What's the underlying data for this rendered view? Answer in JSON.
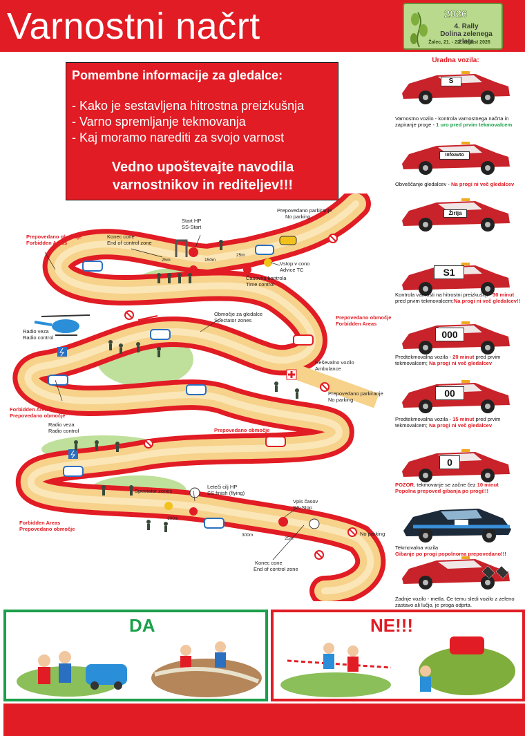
{
  "header": {
    "title": "Varnostni načrt",
    "logo": {
      "year": "2026",
      "name_line1": "4. Rally",
      "name_line2": "Dolina zelenega zlata",
      "date": "Žalec, 21. - 22. avgust 2026"
    }
  },
  "info_box": {
    "heading": "Pomembne informacije za gledalce:",
    "items": [
      "- Kako je sestavljena hitrostna preizkušnja",
      "- Varno spremljanje tekmovanja",
      "- Kaj moramo narediti za svojo varnost"
    ],
    "warning_line1": "Vedno upoštevajte navodila",
    "warning_line2": "varnostnikov in rediteljev!!!"
  },
  "official_cars": {
    "heading": "Uradna vozila:",
    "cars": [
      {
        "plate": "S",
        "caption_a": "Varnostno vozilo - kontrola varnostnega načrta in zapiranje proge - ",
        "caption_b": "1 uro pred prvim tekmovalcem",
        "caption_c": ""
      },
      {
        "plate": "Infoavto",
        "caption_a": "Obveščanje gledalcev - ",
        "caption_b": "Na progi ni več gledalcev",
        "caption_c": ""
      },
      {
        "plate": "Žirija",
        "caption_a": "",
        "caption_b": "",
        "caption_c": ""
      },
      {
        "plate": "S1",
        "caption_a": "Kontrola varnosti na hitrostni preizkušnji - ",
        "caption_b": "30 minut",
        "caption_c": " pred prvim tekmovalcem;",
        "caption_d": "Na progi ni več gledalcev!!"
      },
      {
        "plate": "000",
        "caption_a": "Predtekmovalna vozila - ",
        "caption_b": "20 minut",
        "caption_c": " pred prvim tekmovalcem; ",
        "caption_d": "Na progi ni več gledalcev"
      },
      {
        "plate": "00",
        "caption_a": "Predtekmovalna vozila - ",
        "caption_b": "15 minut",
        "caption_c": " pred prvim tekmovalcem; ",
        "caption_d": "Na progi ni več gledalcev"
      },
      {
        "plate": "0",
        "caption_a": "POZOR",
        "caption_b": ", tekmovanje se začne čez ",
        "caption_c": "10 minut",
        "caption_d": "Popolna prepoved gibanja po progi!!!"
      },
      {
        "plate": "",
        "caption_a": "Tekmovalna vozila",
        "caption_b": "Gibanje po progi popolnoma prepovedano!!!",
        "caption_c": ""
      },
      {
        "plate": "",
        "caption_a": "Zadnje vozilo - metla. Če temu sledi vozilo z zeleno zastavo ali lučjo, je proga odprta.",
        "caption_b": "",
        "caption_c": ""
      }
    ]
  },
  "map_labels": {
    "forbidden1_si": "Prepovedano območje",
    "forbidden1_en": "Forbidden Areas",
    "end_zone1_si": "Konec cone",
    "end_zone1_en": "End of control zone",
    "start_si": "Start HP",
    "start_en": "SS-Start",
    "no_parking1_si": "Prepovedano parkiranje",
    "no_parking1_en": "No parking",
    "d25m_a": "25m",
    "d150m": "150m",
    "d25m_b": "25m",
    "tc_si": "Vstop v cono",
    "tc_en": "Advice TC",
    "time_si": "Časovna kontrola",
    "time_en": "Time control",
    "radio1_si": "Radio veza",
    "radio1_en": "Radio control",
    "spectator1_si": "Območje za gledalce",
    "spectator1_en": "Spectator zones",
    "forbidden2_si": "Prepovedano območje",
    "forbidden2_en": "Forbidden Areas",
    "ambulance_si": "Reševalno vozilo",
    "ambulance_en": "Ambulance",
    "no_parking2_si": "Prepovedano parkiranje",
    "no_parking2_en": "No parking",
    "forbidden3_en": "Forbidden Areas",
    "forbidden3_si": "Prepovedano območje",
    "radio2_si": "Radio veza",
    "radio2_en": "Radio control",
    "forbidden4_si": "Prepovedano območje",
    "forbidden4_en": "Forbidden Areas",
    "spectator2_en": "Spectator zones",
    "finish_si": "Leteči cilj HP",
    "finish_en": "SS finish (flying)",
    "stop_si": "Vpis časov",
    "stop_en": "SS-Stop",
    "d100m": "100m",
    "d300m": "300m",
    "d25m_c": "25m",
    "forbidden5_en": "Forbidden Areas",
    "forbidden5_si": "Prepovedano območje",
    "no_parking3_en": "No parking",
    "end_zone2_si": "Konec cone",
    "end_zone2_en": "End of control zone"
  },
  "bottom": {
    "yes_label": "DA",
    "no_label": "NE!!!"
  },
  "colors": {
    "red": "#e11c24",
    "green": "#1aa04a",
    "road": "#f6d28a",
    "curb": "#e11c24",
    "grass": "#bfe09a"
  }
}
